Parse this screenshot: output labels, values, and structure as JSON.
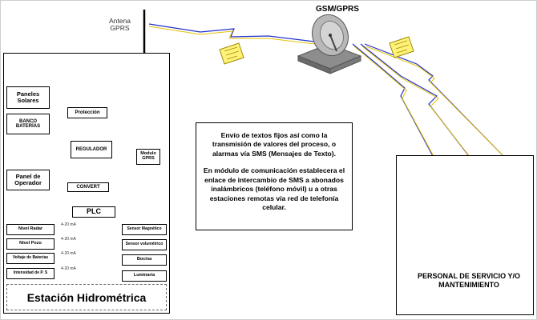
{
  "antenna": {
    "label_line1": "Antena",
    "label_line2": "GPRS"
  },
  "gsm": {
    "label": "GSM/GPRS"
  },
  "station": {
    "title": "Estación Hidrométrica",
    "blocks": {
      "paneles": "Paneles Solares",
      "proteccion": "Protección",
      "banco": "BANCO BATERÍAS",
      "regulador": "REGULADOR",
      "modulo": "Modulo GPRS",
      "panel_operador": "Panel de Operador",
      "convert": "CONVERT",
      "plc": "PLC"
    },
    "inputs": [
      {
        "label": "Nivel Radar",
        "signal": "4-20 mA"
      },
      {
        "label": "Nivel Pozo",
        "signal": "4-20 mA"
      },
      {
        "label": "Voltaje de Baterías",
        "signal": "4-20 mA"
      },
      {
        "label": "Intensidad de P. S",
        "signal": "4-20 mA"
      }
    ],
    "outputs": [
      {
        "label": "Sensor Magnético"
      },
      {
        "label": "Sensor volumétrico"
      },
      {
        "label": "Bocina"
      },
      {
        "label": "Luminaria"
      }
    ]
  },
  "message": {
    "paragraph1": "Envío de textos fijos así como la transmisión de valores del proceso, o alarmas vía SMS (Mensajes de Texto).",
    "paragraph2": "En módulo de comunicación establecera el enlace de intercambio de SMS a abonados inalámbricos (teléfono móvil) u a otras estaciones remotas vía red de telefonía celular."
  },
  "personnel": {
    "label": "PERSONAL DE SERVICIO Y/O MANTENIMIENTO"
  },
  "colors": {
    "link_blue": "#2233cc",
    "sticky_yellow": "#fff27a",
    "person_blue": "#4a86d8",
    "phone_gray": "#9a9a9a"
  }
}
